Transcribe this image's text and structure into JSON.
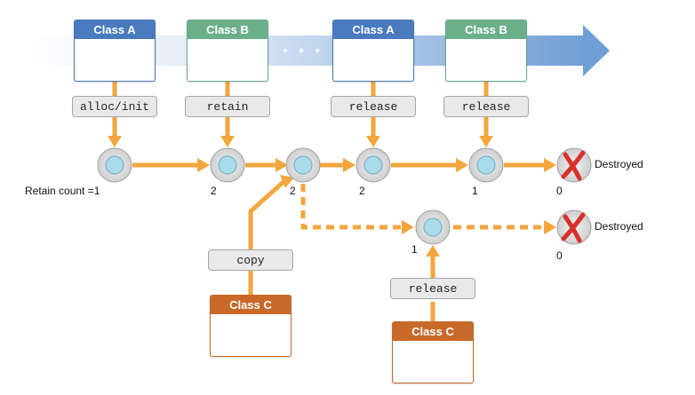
{
  "classes": {
    "a1": "Class A",
    "b1": "Class B",
    "a2": "Class A",
    "b2": "Class B",
    "c1": "Class C",
    "c2": "Class C"
  },
  "methods": {
    "alloc_init": "alloc/init",
    "retain": "retain",
    "release1": "release",
    "release2": "release",
    "copy": "copy",
    "release3": "release"
  },
  "counts": {
    "first": "Retain count =1",
    "n2": "2",
    "n3": "2",
    "n4": "2",
    "n5": "1",
    "n6": "0",
    "lower_1": "1",
    "lower_0": "0"
  },
  "destroyed": {
    "top": "Destroyed",
    "bottom": "Destroyed"
  },
  "colors": {
    "arrow": "#f3a63d",
    "timeline": "#7ea8d8",
    "class_a": "#4a7bbf",
    "class_b": "#6cb08b",
    "class_c": "#c8692a",
    "destroyed_x": "#d9302c"
  }
}
